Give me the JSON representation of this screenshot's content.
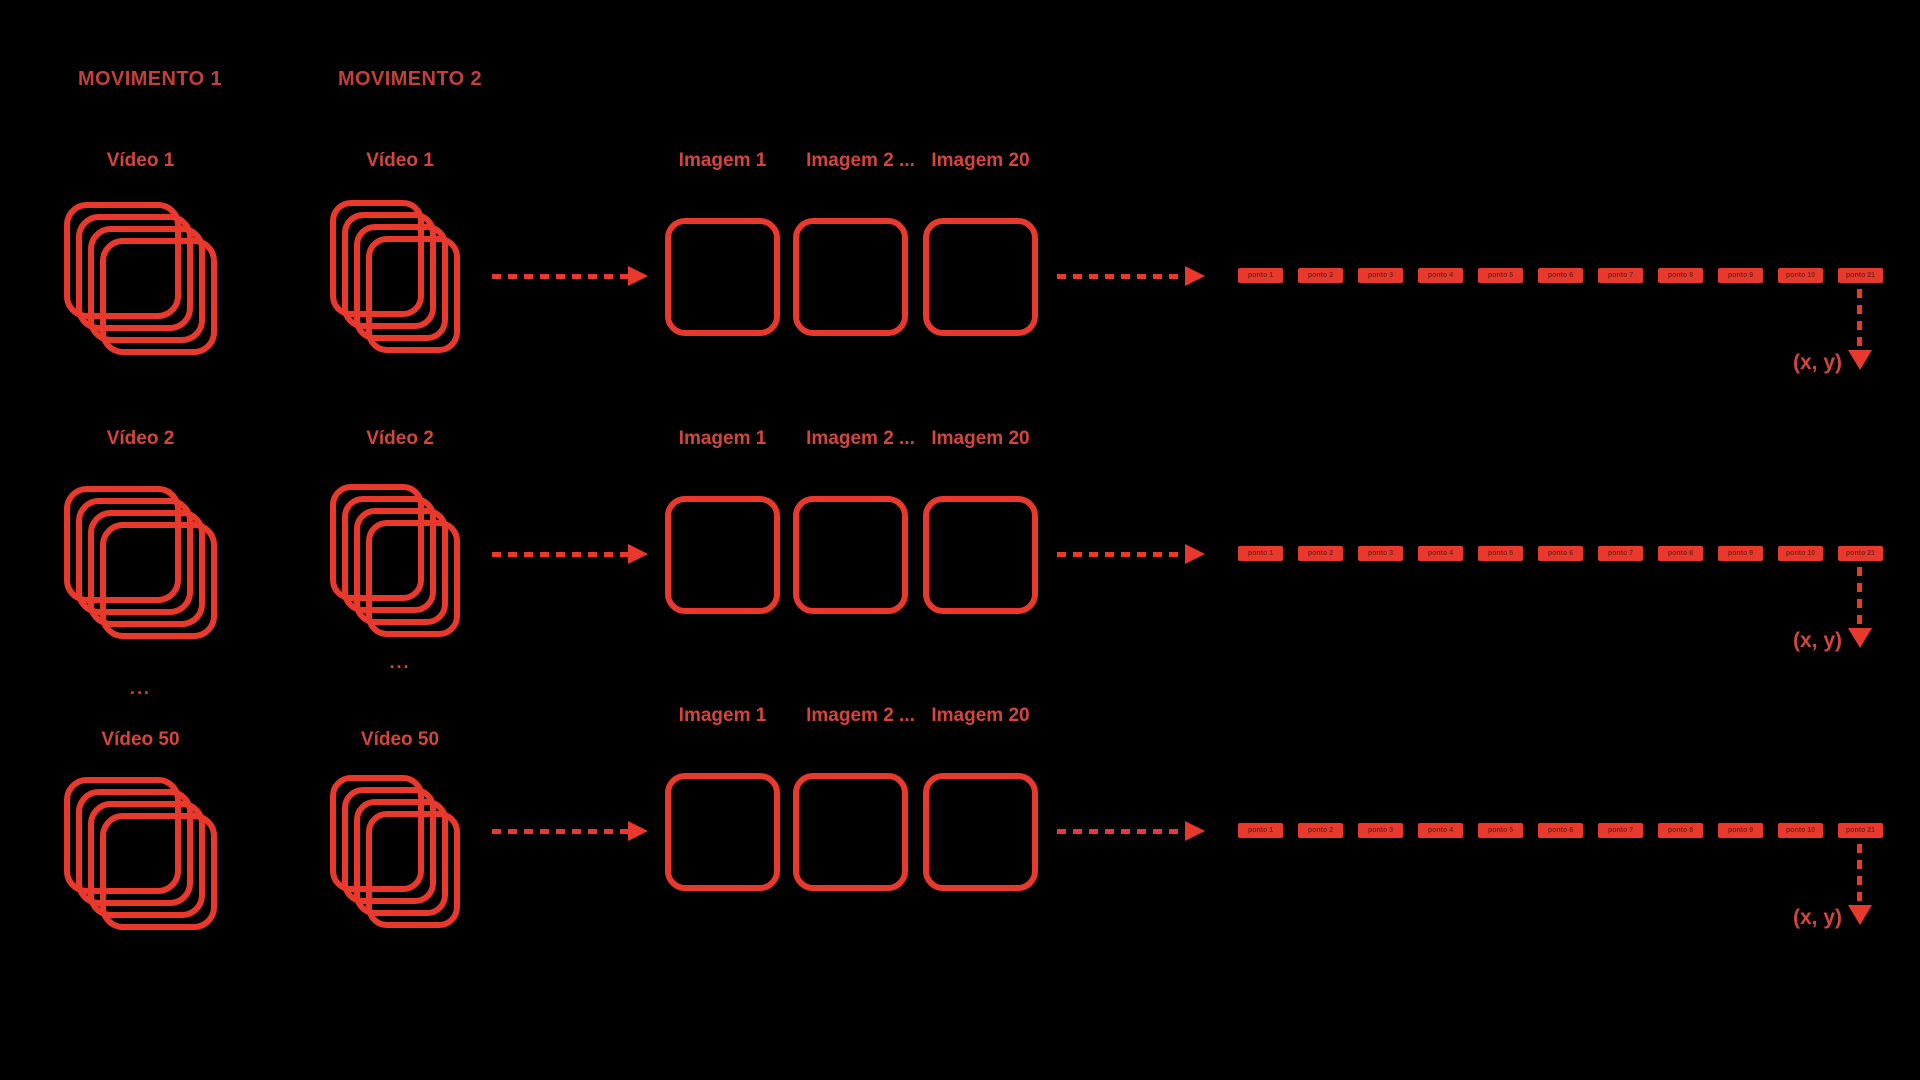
{
  "headers": {
    "movimento1": "MOVIMENTO 1",
    "movimento2": "MOVIMENTO 2"
  },
  "rows": [
    {
      "video1_label": "Vídeo 1",
      "video2_label": "Vídeo 1",
      "image_labels": [
        "Imagem 1",
        "Imagem 2 ...",
        "Imagem 20"
      ],
      "coord_label": "(x, y)"
    },
    {
      "video1_label": "Vídeo 2",
      "video2_label": "Vídeo 2",
      "image_labels": [
        "Imagem 1",
        "Imagem 2 ...",
        "Imagem 20"
      ],
      "coord_label": "(x, y)"
    },
    {
      "video1_label": "Vídeo 50",
      "video2_label": "Vídeo 50",
      "image_labels": [
        "Imagem 1",
        "Imagem 2 ...",
        "Imagem 20"
      ],
      "coord_label": "(x, y)"
    }
  ],
  "ellipsis": {
    "column1": "...",
    "column2": "..."
  },
  "bar_blocks": [
    "ponto 1",
    "ponto 2",
    "ponto 3",
    "ponto 4",
    "ponto 5",
    "ponto 6",
    "ponto 7",
    "ponto 8",
    "ponto 9",
    "ponto 10",
    "ponto 21"
  ],
  "colors": {
    "shape_red": "#E8392C",
    "label_red": "#D4453C",
    "header_red": "#C2403A",
    "point_text": "#7C241D",
    "background": "#000000"
  }
}
